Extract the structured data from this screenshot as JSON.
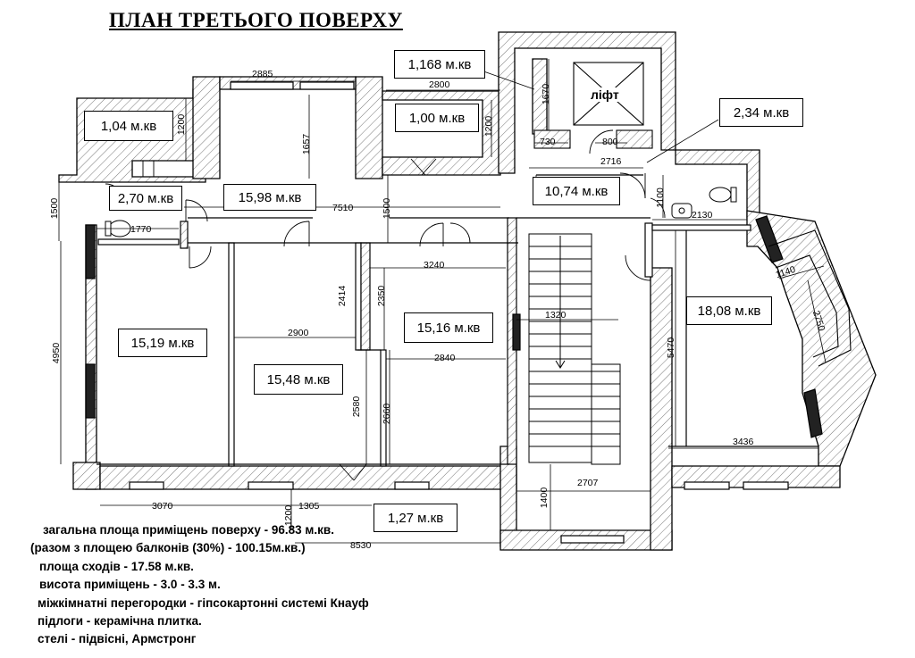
{
  "title": "ПЛАН ТРЕТЬОГО ПОВЕРХУ",
  "rooms": {
    "r1": "1,04 м.кв",
    "r2": "1,168 м.кв",
    "r3": "1,00 м.кв",
    "r4": "2,34 м.кв",
    "r5": "2,70 м.кв",
    "r6": "15,98 м.кв",
    "r7": "10,74 м.кв",
    "r8": "15,19 м.кв",
    "r9": "15,48 м.кв",
    "r10": "15,16 м.кв",
    "r11": "18,08 м.кв",
    "r12": "1,27 м.кв"
  },
  "lift_label": "ліфт",
  "dimensions": {
    "d2885": "2885",
    "d2800": "2800",
    "d1670": "1670",
    "d1200a": "1200",
    "d1200b": "1200",
    "d1657": "1657",
    "d730": "730",
    "d800": "800",
    "d2716": "2716",
    "d1500a": "1500",
    "d1500b": "1500",
    "d7510": "7510",
    "d1770": "1770",
    "d1100": "1100",
    "d2130": "2130",
    "d3240": "3240",
    "d2414": "2414",
    "d2350": "2350",
    "d1320": "1320",
    "d1140": "1140",
    "d2750": "2750",
    "d4950": "4950",
    "d2900": "2900",
    "d2840": "2840",
    "d5470": "5470",
    "d2580": "2580",
    "d2660": "2660",
    "d3436": "3436",
    "d1400": "1400",
    "d2707": "2707",
    "d3070": "3070",
    "d1305": "1305",
    "d1200c": "1200",
    "d8530": "8530"
  },
  "notes": [
    "загальна площа приміщень поверху - 96.83 м.кв.",
    "(разом з площею балконів (30%) - 100.15м.кв.)",
    "площа сходів - 17.58 м.кв.",
    "висота приміщень - 3.0 - 3.3 м.",
    "міжкімнатні перегородки - гіпсокартонні системі Кнауф",
    "підлоги -  керамічна плитка.",
    "стелі -  підвісні, Армстронг"
  ],
  "colors": {
    "line": "#000000",
    "hatch": "#777777",
    "background": "#ffffff"
  },
  "icons": [
    "toilet-icon",
    "sink-icon",
    "door-swing-icon",
    "window-icon",
    "stairs-icon"
  ]
}
